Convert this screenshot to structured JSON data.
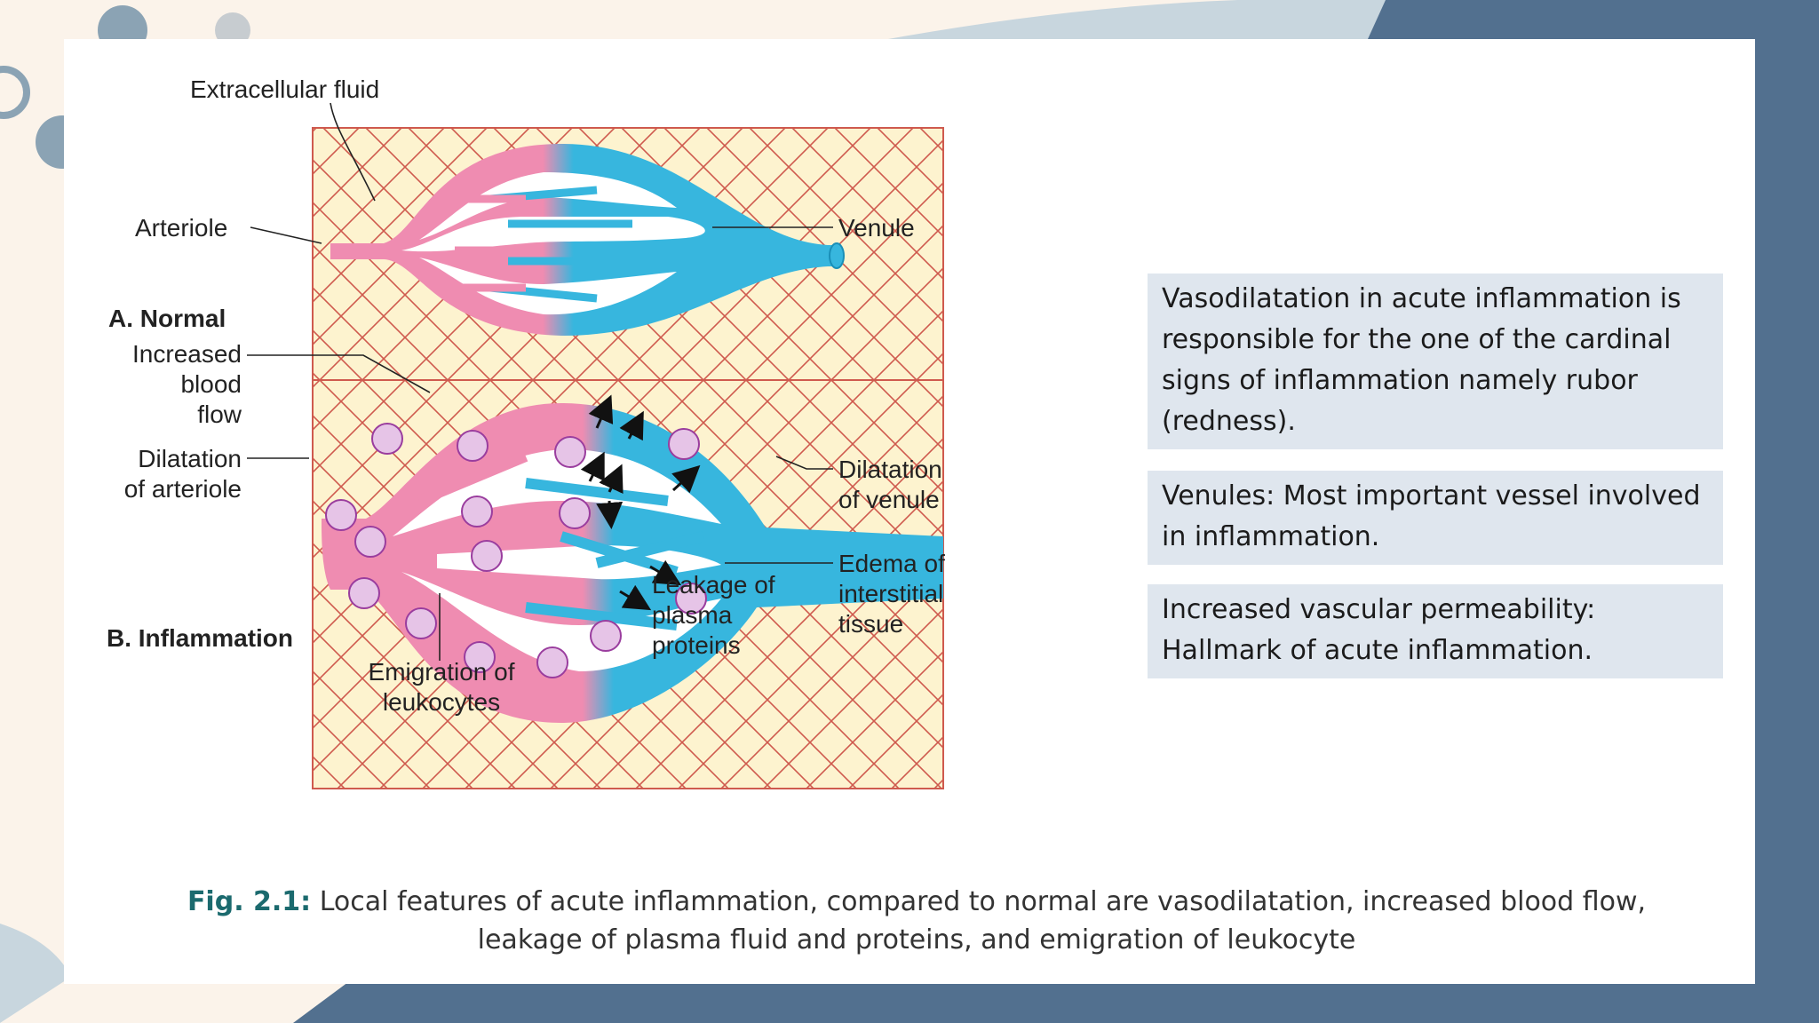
{
  "diagram": {
    "labels": {
      "extracellular_fluid": "Extracellular fluid",
      "arteriole": "Arteriole",
      "venule": "Venule",
      "section_a": "A. Normal",
      "increased_blood_flow": [
        "Increased",
        "blood",
        "flow"
      ],
      "dilatation_arteriole": [
        "Dilatation",
        "of arteriole"
      ],
      "dilatation_venule": [
        "Dilatation",
        "of venule"
      ],
      "edema": [
        "Edema of",
        "interstitial",
        "tissue"
      ],
      "leakage": [
        "Leakage of",
        "plasma",
        "proteins"
      ],
      "emigration": [
        "Emigration of",
        "leukocytes"
      ],
      "section_b": "B. Inflammation"
    }
  },
  "notes": [
    "Vasodilatation in acute inflammation is responsible for the one of the cardinal signs of inflammation namely rubor (redness).",
    "Venules: Most important vessel involved in inflammation.",
    "Increased vascular permeability: Hallmark of acute inflammation."
  ],
  "caption": {
    "fig_label": "Fig. 2.1:",
    "text": " Local features of acute inflammation, compared to normal are vasodilatation, increased blood flow, leakage of plasma fluid and proteins, and emigration of leukocyte"
  },
  "colors": {
    "background": "#fbf3ea",
    "frame_blue": "#52708f",
    "panel_fill": "#fdf3cf",
    "grid_line": "#cf5a4e",
    "artery_pink": "#ef8cb1",
    "vein_blue": "#37b6de",
    "note_bg": "#dfe6ee",
    "caption_label": "#1b6a6e"
  }
}
